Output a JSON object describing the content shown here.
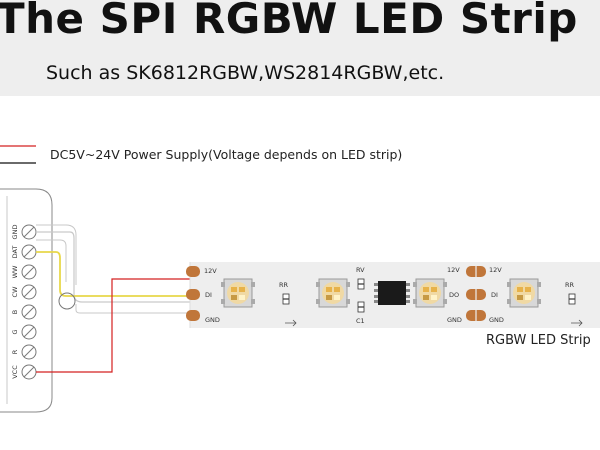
{
  "header": {
    "title": "The SPI RGBW LED Strip",
    "subtitle": "Such as SK6812RGBW,WS2814RGBW,etc."
  },
  "legend": {
    "power_supply_note": "DC5V~24V Power Supply(Voltage depends on LED strip)"
  },
  "controller": {
    "terminals": [
      "GND",
      "DAT",
      "WW",
      "CW",
      "B",
      "G",
      "R",
      "VCC"
    ]
  },
  "strip": {
    "label": "RGBW LED Strip",
    "pads_left": [
      "12V",
      "DI",
      "GND"
    ],
    "pads_mid": [
      "12V",
      "DO",
      "GND"
    ],
    "pads_right": [
      "12V",
      "DI",
      "GND"
    ],
    "component_labels": {
      "rr_1": "RR",
      "rv": "RV",
      "c1": "C1",
      "rr_2": "RR"
    }
  },
  "colors": {
    "header_bg": "#eeeeee",
    "power_wire": "#d42020",
    "ground_wire": "#111111",
    "data_wire": "#e8d84a",
    "strip_bg": "#eeeeee",
    "pad": "#c0763a"
  }
}
